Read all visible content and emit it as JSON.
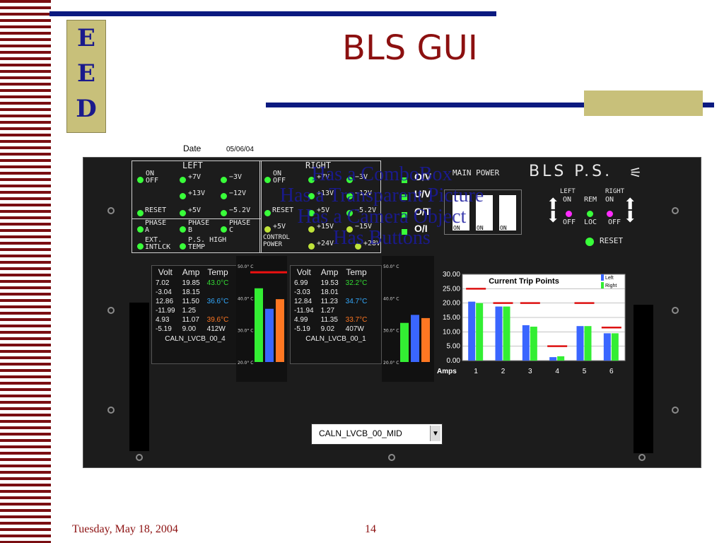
{
  "slide": {
    "title": "BLS GUI",
    "logo_letters": [
      "E",
      "E",
      "D"
    ],
    "footer_date": "Tuesday, May 18, 2004",
    "page_number": "14",
    "colors": {
      "stripe": "#7a0e12",
      "navy": "#0b1a80",
      "khaki": "#c8c07a",
      "title": "#8c1010"
    }
  },
  "header": {
    "date_label": "Date",
    "date_value": "05/06/04"
  },
  "overlay_lines": [
    "Has a ComboBox",
    "Has a Transparent Picture",
    "Has a Camera Object",
    "Has Buttons"
  ],
  "left_panel": {
    "heading": "LEFT",
    "labels": {
      "on": "ON",
      "off": "OFF",
      "p7": "+7V",
      "m3": "−3V",
      "p13": "+13V",
      "m12": "−12V",
      "reset": "RESET",
      "p5": "+5V",
      "m52": "−5.2V",
      "phase_a": "PHASE A",
      "phase_b": "PHASE B",
      "phase_c": "PHASE C",
      "ext": "EXT. INTLCK",
      "ps": "P.S. HIGH TEMP"
    }
  },
  "right_panel": {
    "heading": "RIGHT",
    "labels": {
      "on": "ON",
      "off": "OFF",
      "p7": "+7V",
      "m3": "−3V",
      "p13": "+13V",
      "m12": "−12V",
      "reset": "RESET",
      "p5": "+5V",
      "m52": "−5.2V",
      "p5b": "+5V",
      "p15": "+15V",
      "m15": "−15V",
      "control": "CONTROL POWER",
      "p24": "+24V",
      "p28": "+28V"
    }
  },
  "status_list": [
    "O/V",
    "U/V",
    "O/T",
    "O/I"
  ],
  "main_power": {
    "label": "MAIN POWER",
    "switch_on": "ON"
  },
  "bls": {
    "label": "BLS P.S.",
    "left": "LEFT",
    "right": "RIGHT",
    "on": "ON",
    "rem": "REM",
    "off": "OFF",
    "loc": "LOC",
    "reset": "RESET"
  },
  "table_left": {
    "headers": [
      "Volt",
      "Amp",
      "Temp"
    ],
    "rows": [
      [
        "7.02",
        "19.85",
        "43.0°C"
      ],
      [
        "-3.04",
        "18.15",
        ""
      ],
      [
        "12.86",
        "11.50",
        "36.6°C"
      ],
      [
        "-11.99",
        "1.25",
        ""
      ],
      [
        "4.93",
        "11.07",
        "39.6°C"
      ],
      [
        "-5.19",
        "9.00",
        "412W"
      ]
    ],
    "temp_colors": [
      "#33dd33",
      "",
      "#33aaff",
      "",
      "#ff7722",
      "#eeeeee"
    ],
    "caption": "CALN_LVCB_00_4"
  },
  "table_right": {
    "headers": [
      "Volt",
      "Amp",
      "Temp"
    ],
    "rows": [
      [
        "6.99",
        "19.53",
        "32.2°C"
      ],
      [
        "-3.03",
        "18.01",
        ""
      ],
      [
        "12.84",
        "11.23",
        "34.7°C"
      ],
      [
        "-11.94",
        "1.27",
        ""
      ],
      [
        "4.99",
        "11.35",
        "33.7°C"
      ],
      [
        "-5.19",
        "9.02",
        "407W"
      ]
    ],
    "temp_colors": [
      "#33dd33",
      "",
      "#33aaff",
      "",
      "#ff7722",
      "#eeeeee"
    ],
    "caption": "CALN_LVCB_00_1"
  },
  "temp_gauge_left": {
    "ticks": [
      "50.0° C",
      "40.0° C",
      "30.0° C",
      "20.0° C"
    ],
    "values": [
      43.0,
      36.6,
      39.6
    ],
    "limit": 48,
    "range": [
      20,
      50
    ],
    "colors": [
      "#33ee33",
      "#3a66ff",
      "#ff7722"
    ]
  },
  "temp_gauge_right": {
    "ticks": [
      "50.0° C",
      "40.0° C",
      "30.0° C",
      "20.0° C"
    ],
    "values": [
      32.2,
      34.7,
      33.7
    ],
    "range": [
      20,
      50
    ],
    "colors": [
      "#33ee33",
      "#3a66ff",
      "#ff7722"
    ]
  },
  "combo": {
    "value": "CALN_LVCB_00_MID"
  },
  "chart_data": {
    "type": "bar",
    "title": "Current Trip Points",
    "xlabel": "Amps",
    "categories": [
      "1",
      "2",
      "3",
      "4",
      "5",
      "6"
    ],
    "yticks": [
      "30.00",
      "25.00",
      "20.00",
      "15.00",
      "10.00",
      "5.00",
      "0.00"
    ],
    "ylim": [
      0,
      30
    ],
    "series": [
      {
        "name": "Left",
        "values": [
          20.5,
          18.8,
          12.3,
          1.2,
          12.0,
          9.5
        ],
        "color": "#3a66ff"
      },
      {
        "name": "Right",
        "values": [
          20.0,
          18.8,
          11.8,
          1.5,
          12.0,
          9.5
        ],
        "color": "#33ee33"
      }
    ],
    "trip_points": [
      25,
      20,
      20,
      5,
      20,
      11.5
    ],
    "legend_position": "top-right"
  }
}
